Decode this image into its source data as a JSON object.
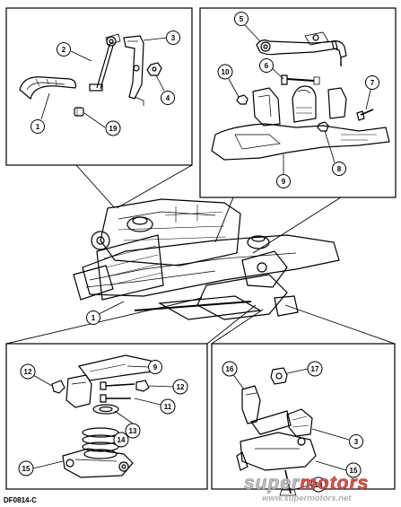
{
  "figure": {
    "reference_code": "DF0814-C"
  },
  "watermark": {
    "brand_prefix": "super",
    "brand_accent": "motors",
    "url": "www.supermotors.net",
    "colors": {
      "text": "#bfbfbf",
      "accent": "#d9534f"
    }
  },
  "callouts": {
    "top_left": [
      "1",
      "2",
      "3",
      "4",
      "19"
    ],
    "top_right": [
      "5",
      "6",
      "7",
      "8",
      "9",
      "10"
    ],
    "center": [
      "1"
    ],
    "bottom_left": [
      "9",
      "11",
      "12",
      "12",
      "13",
      "14",
      "15"
    ],
    "bottom_right": [
      "3",
      "15",
      "16",
      "17",
      "18"
    ]
  }
}
